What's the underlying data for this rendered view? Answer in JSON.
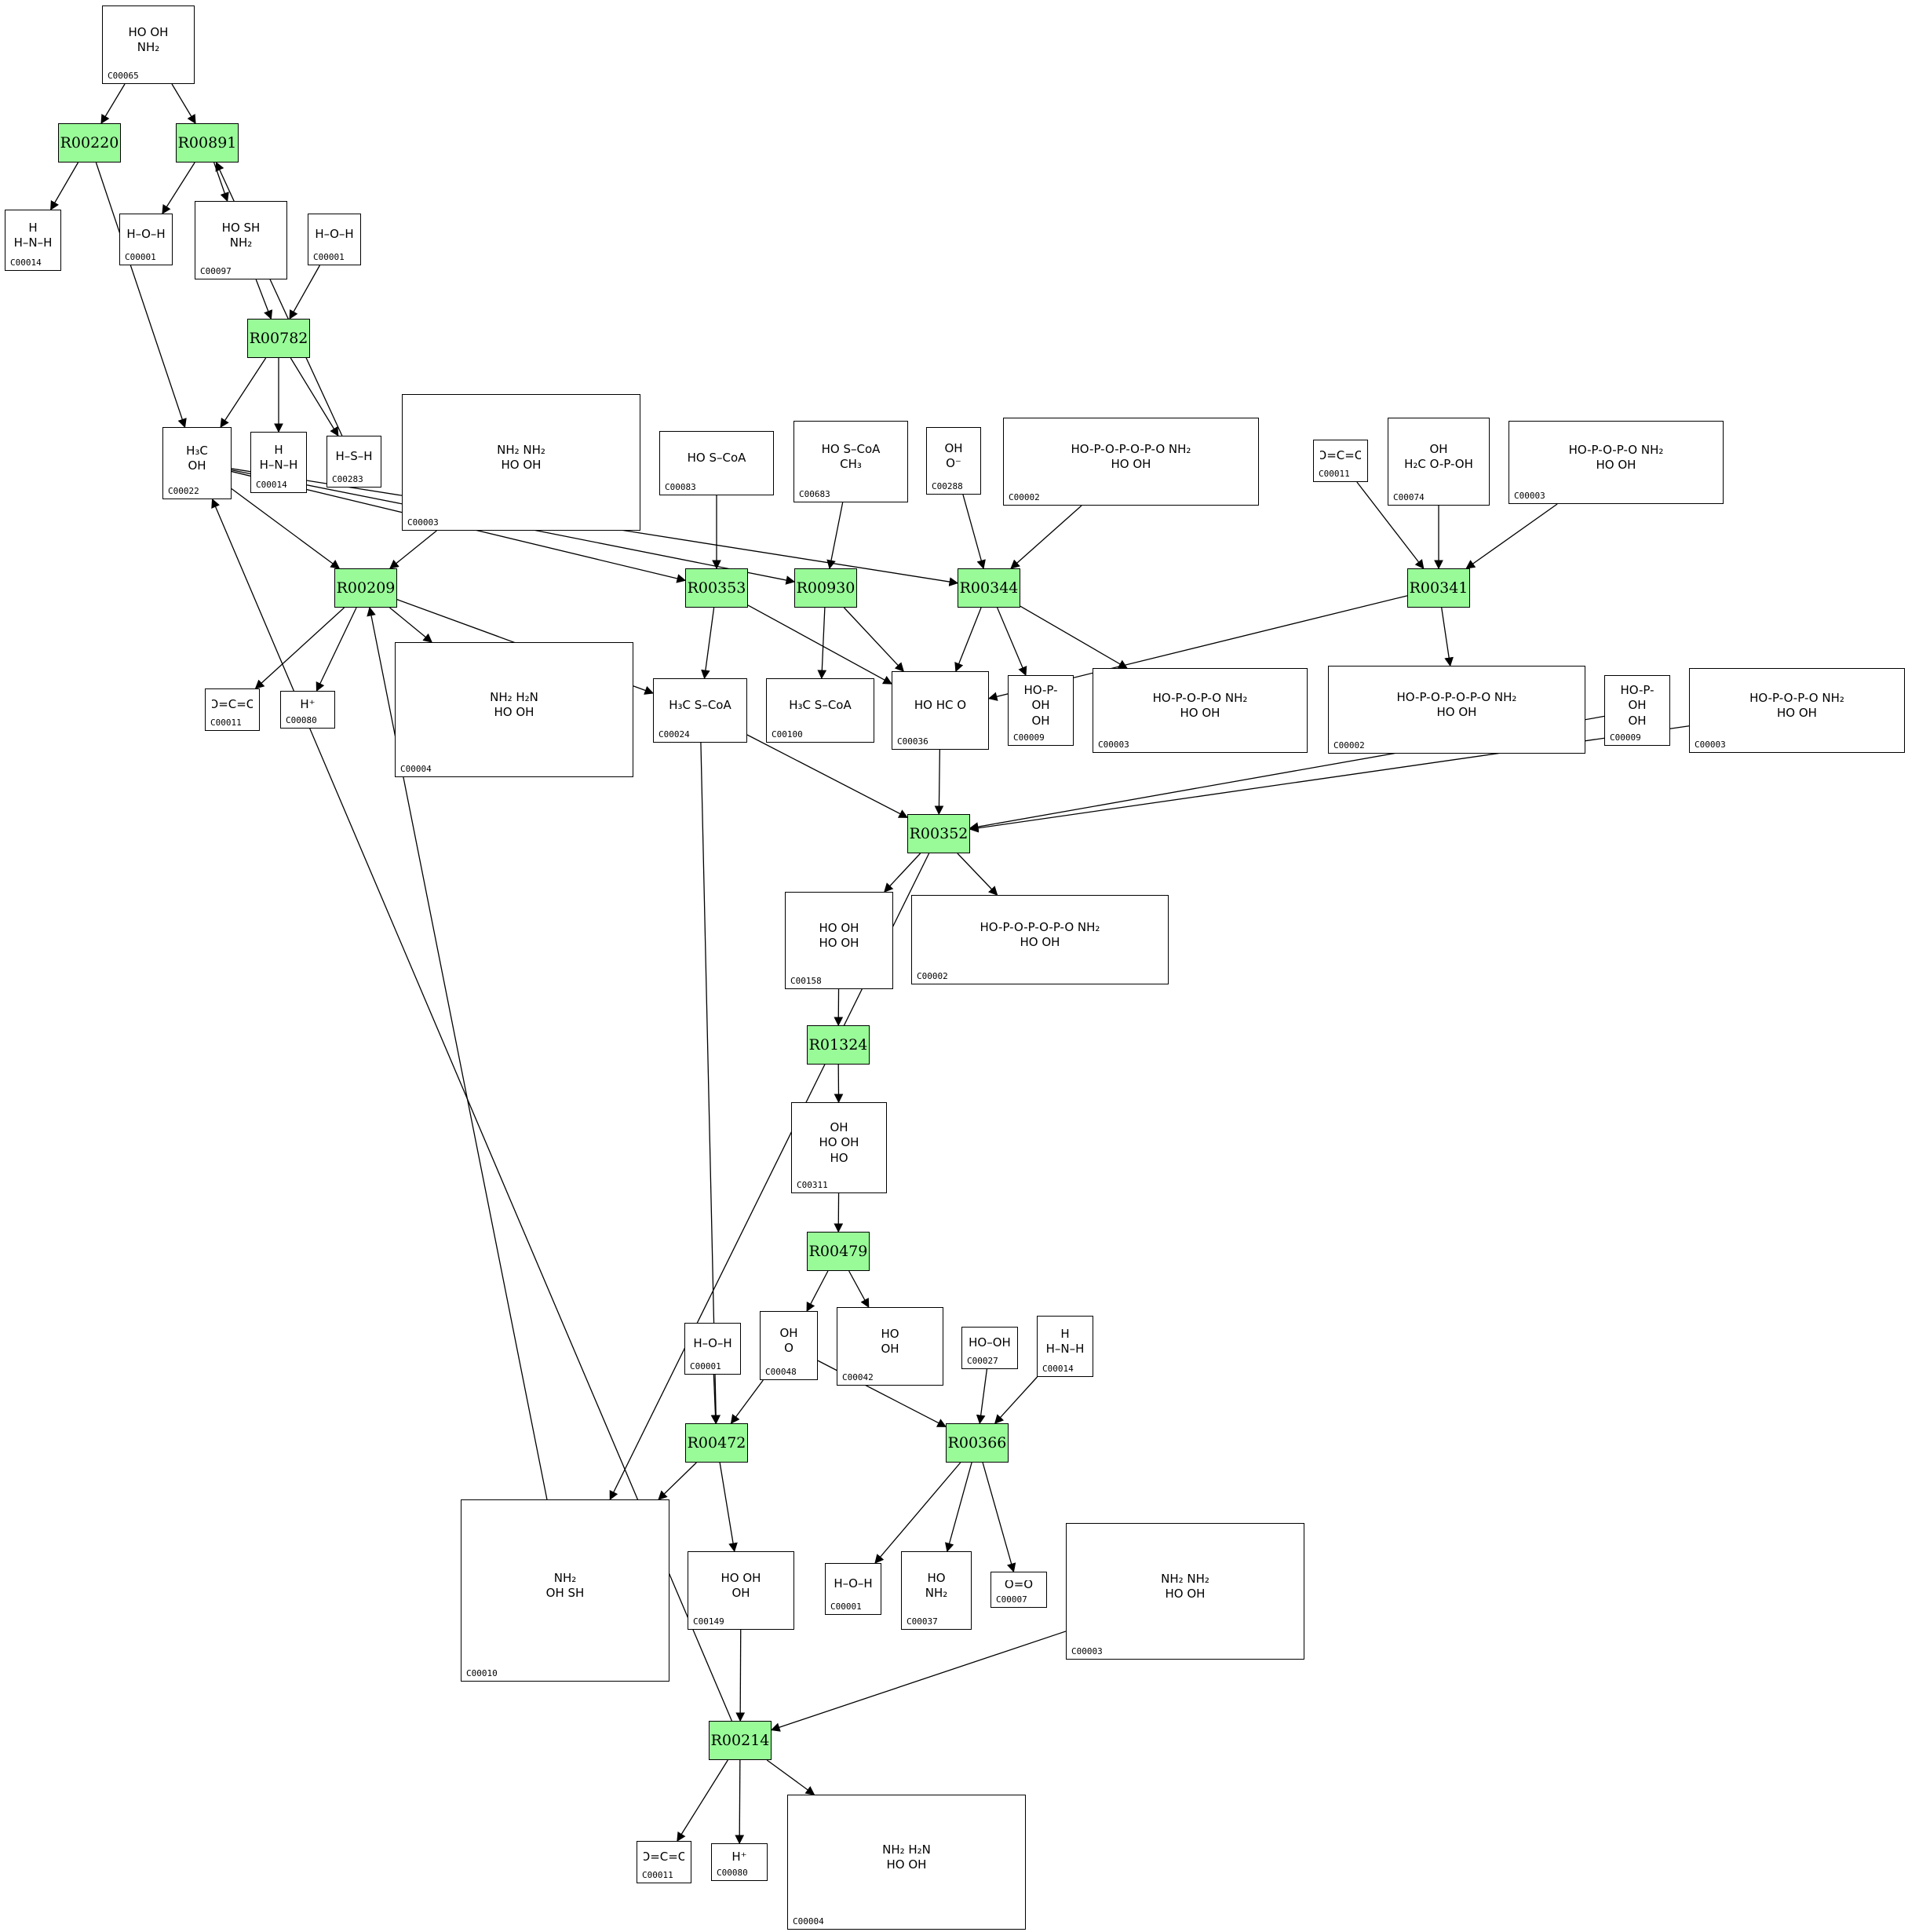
{
  "compounds": [
    {
      "id": "C00065",
      "structure": "HO  OH\nNH₂"
    },
    {
      "id": "C00014",
      "structure": "H\nH–N–H"
    },
    {
      "id": "C00001",
      "structure": "H–O–H"
    },
    {
      "id": "C00097",
      "structure": "HO  SH\nNH₂"
    },
    {
      "id": "C00001",
      "structure": "H–O–H"
    },
    {
      "id": "C00022",
      "structure": "H₃C\nOH"
    },
    {
      "id": "C00014",
      "structure": "H\nH–N–H"
    },
    {
      "id": "C00283",
      "structure": "H–S–H"
    },
    {
      "id": "C00003",
      "structure": "NH₂  NH₂\nHO  OH"
    },
    {
      "id": "C00083",
      "structure": "HO   S–CoA"
    },
    {
      "id": "C00683",
      "structure": "HO   S–CoA\nCH₃"
    },
    {
      "id": "C00288",
      "structure": "OH\nO⁻"
    },
    {
      "id": "C00002",
      "structure": "HO-P-O-P-O-P-O   NH₂\nHO  OH"
    },
    {
      "id": "C00011",
      "structure": "O=C=O"
    },
    {
      "id": "C00074",
      "structure": "OH\nH₂C  O-P-OH"
    },
    {
      "id": "C00003",
      "structure": "HO-P-O-P-O   NH₂\nHO  OH"
    },
    {
      "id": "C00011",
      "structure": "O=C=O"
    },
    {
      "id": "C00080",
      "structure": "H⁺"
    },
    {
      "id": "C00004",
      "structure": "NH₂  H₂N\nHO  OH"
    },
    {
      "id": "C00024",
      "structure": "H₃C   S–CoA"
    },
    {
      "id": "C00100",
      "structure": "H₃C   S–CoA"
    },
    {
      "id": "C00036",
      "structure": "HO   HC   O"
    },
    {
      "id": "C00009",
      "structure": "HO-P-OH\nOH"
    },
    {
      "id": "C00003",
      "structure": "HO-P-O-P-O   NH₂\nHO  OH"
    },
    {
      "id": "C00002",
      "structure": "HO-P-O-P-O-P-O   NH₂\nHO  OH"
    },
    {
      "id": "C00009",
      "structure": "HO-P-OH\nOH"
    },
    {
      "id": "C00003",
      "structure": "HO-P-O-P-O   NH₂\nHO  OH"
    },
    {
      "id": "C00158",
      "structure": "HO  OH\nHO   OH"
    },
    {
      "id": "C00002",
      "structure": "HO-P-O-P-O-P-O   NH₂\nHO  OH"
    },
    {
      "id": "C00311",
      "structure": "OH\nHO   OH\nHO"
    },
    {
      "id": "C00001",
      "structure": "H–O–H"
    },
    {
      "id": "C00048",
      "structure": "OH\nO"
    },
    {
      "id": "C00042",
      "structure": "HO\nOH"
    },
    {
      "id": "C00027",
      "structure": "HO–OH"
    },
    {
      "id": "C00014",
      "structure": "H\nH–N–H"
    },
    {
      "id": "C00010",
      "structure": "NH₂\nOH  SH"
    },
    {
      "id": "C00149",
      "structure": "HO  OH\nOH"
    },
    {
      "id": "C00001",
      "structure": "H–O–H"
    },
    {
      "id": "C00037",
      "structure": "HO\nNH₂"
    },
    {
      "id": "C00007",
      "structure": "O=O"
    },
    {
      "id": "C00003",
      "structure": "NH₂  NH₂\nHO  OH"
    },
    {
      "id": "C00011",
      "structure": "O=C=O"
    },
    {
      "id": "C00080",
      "structure": "H⁺"
    },
    {
      "id": "C00004",
      "structure": "NH₂  H₂N\nHO  OH"
    }
  ],
  "reactions": [
    {
      "id": "R00220"
    },
    {
      "id": "R00891"
    },
    {
      "id": "R00782"
    },
    {
      "id": "R00209"
    },
    {
      "id": "R00353"
    },
    {
      "id": "R00930"
    },
    {
      "id": "R00344"
    },
    {
      "id": "R00341"
    },
    {
      "id": "R00352"
    },
    {
      "id": "R01324"
    },
    {
      "id": "R00479"
    },
    {
      "id": "R00472"
    },
    {
      "id": "R00366"
    },
    {
      "id": "R00214"
    }
  ],
  "edges": [
    {
      "from": "c0",
      "to": "r0"
    },
    {
      "from": "c0",
      "to": "r1"
    },
    {
      "from": "r0",
      "to": "c1"
    },
    {
      "from": "r0",
      "to": "c5"
    },
    {
      "from": "r1",
      "to": "c2"
    },
    {
      "from": "r1",
      "to": "c3"
    },
    {
      "from": "c3",
      "to": "r2"
    },
    {
      "from": "c4",
      "to": "r2"
    },
    {
      "from": "r2",
      "to": "c5"
    },
    {
      "from": "r2",
      "to": "c6"
    },
    {
      "from": "r2",
      "to": "c7"
    },
    {
      "from": "c7",
      "to": "r1"
    },
    {
      "from": "c5",
      "to": "r3"
    },
    {
      "from": "c5",
      "to": "r4"
    },
    {
      "from": "c5",
      "to": "r5"
    },
    {
      "from": "c5",
      "to": "r6"
    },
    {
      "from": "c8",
      "to": "r3"
    },
    {
      "from": "r3",
      "to": "c16"
    },
    {
      "from": "r3",
      "to": "c17"
    },
    {
      "from": "r3",
      "to": "c18"
    },
    {
      "from": "r3",
      "to": "c19"
    },
    {
      "from": "c9",
      "to": "r4"
    },
    {
      "from": "r4",
      "to": "c19"
    },
    {
      "from": "r4",
      "to": "c21"
    },
    {
      "from": "c10",
      "to": "r5"
    },
    {
      "from": "r5",
      "to": "c20"
    },
    {
      "from": "r5",
      "to": "c21"
    },
    {
      "from": "c11",
      "to": "r6"
    },
    {
      "from": "c12",
      "to": "r6"
    },
    {
      "from": "r6",
      "to": "c21"
    },
    {
      "from": "r6",
      "to": "c22"
    },
    {
      "from": "r6",
      "to": "c23"
    },
    {
      "from": "c13",
      "to": "r7"
    },
    {
      "from": "c14",
      "to": "r7"
    },
    {
      "from": "c15",
      "to": "r7"
    },
    {
      "from": "r7",
      "to": "c21"
    },
    {
      "from": "r7",
      "to": "c24"
    },
    {
      "from": "c21",
      "to": "r8"
    },
    {
      "from": "c19",
      "to": "r8"
    },
    {
      "from": "c25",
      "to": "r8"
    },
    {
      "from": "c26",
      "to": "r8"
    },
    {
      "from": "r8",
      "to": "c27"
    },
    {
      "from": "r8",
      "to": "c28"
    },
    {
      "from": "r8",
      "to": "c35"
    },
    {
      "from": "c27",
      "to": "r9"
    },
    {
      "from": "r9",
      "to": "c29"
    },
    {
      "from": "c29",
      "to": "r10"
    },
    {
      "from": "r10",
      "to": "c31"
    },
    {
      "from": "r10",
      "to": "c32"
    },
    {
      "from": "c30",
      "to": "r11"
    },
    {
      "from": "c31",
      "to": "r11"
    },
    {
      "from": "c19",
      "to": "r11"
    },
    {
      "from": "r11",
      "to": "c35"
    },
    {
      "from": "r11",
      "to": "c36"
    },
    {
      "from": "c31",
      "to": "r12"
    },
    {
      "from": "c33",
      "to": "r12"
    },
    {
      "from": "c34",
      "to": "r12"
    },
    {
      "from": "r12",
      "to": "c37"
    },
    {
      "from": "r12",
      "to": "c38"
    },
    {
      "from": "r12",
      "to": "c39"
    },
    {
      "from": "c35",
      "to": "r3"
    },
    {
      "from": "c36",
      "to": "r13"
    },
    {
      "from": "c40",
      "to": "r13"
    },
    {
      "from": "r13",
      "to": "c5"
    },
    {
      "from": "r13",
      "to": "c41"
    },
    {
      "from": "r13",
      "to": "c42"
    },
    {
      "from": "r13",
      "to": "c43"
    }
  ]
}
